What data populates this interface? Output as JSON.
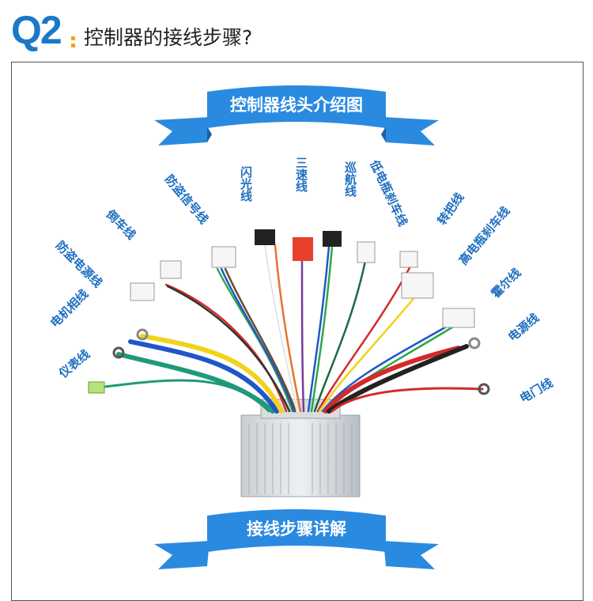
{
  "header": {
    "badge": "Q2",
    "title": "控制器的接线步骤?"
  },
  "diagram": {
    "banner_title": "控制器线头介绍图",
    "labels": {
      "meter": "仪表线",
      "motor_phase": "电机相线",
      "anti_theft_power": "防盗电源线",
      "reverse": "倒车线",
      "anti_theft_signal": "防盗信号线",
      "flash": "闪光线",
      "three_speed": "三速线",
      "cruise": "巡航线",
      "low_brake": "低电瓶刹车线",
      "throttle": "转把线",
      "high_brake": "高电瓶刹车线",
      "hall": "霍尔线",
      "power": "电源线",
      "lock": "电门线"
    }
  },
  "steps": {
    "banner_title": "接线步骤详解"
  },
  "colors": {
    "accent": "#1a78c8",
    "label": "#1e6fc0",
    "colon": "#f4a21a",
    "banner": "#2a8ae0"
  }
}
